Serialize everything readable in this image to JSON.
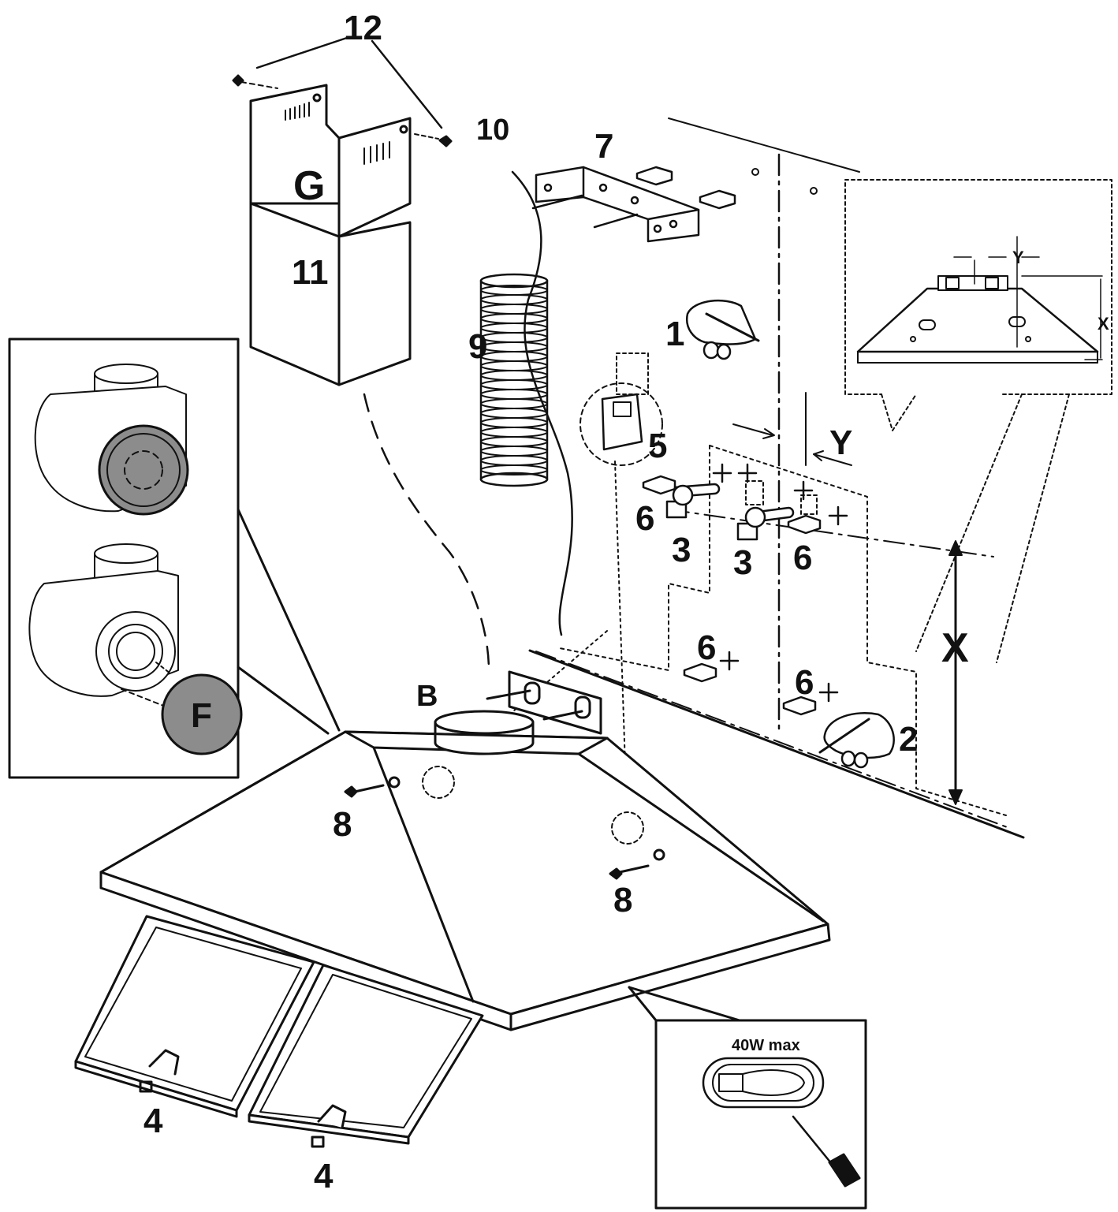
{
  "labels": {
    "n1": "1",
    "n2": "2",
    "n3a": "3",
    "n3b": "3",
    "n4a": "4",
    "n4b": "4",
    "n5": "5",
    "n6a": "6",
    "n6b": "6",
    "n6c": "6",
    "n6d": "6",
    "n7": "7",
    "n8a": "8",
    "n8b": "8",
    "n9": "9",
    "n10": "10",
    "n11": "11",
    "n12": "12",
    "B": "B",
    "F": "F",
    "G": "G",
    "X": "X",
    "Y": "Y",
    "inset_X": "X",
    "inset_Y": "Y"
  },
  "bulb_label": "40W max",
  "colors": {
    "line": "#111111",
    "cover_fill": "#8c8c8c",
    "background": "#ffffff"
  }
}
